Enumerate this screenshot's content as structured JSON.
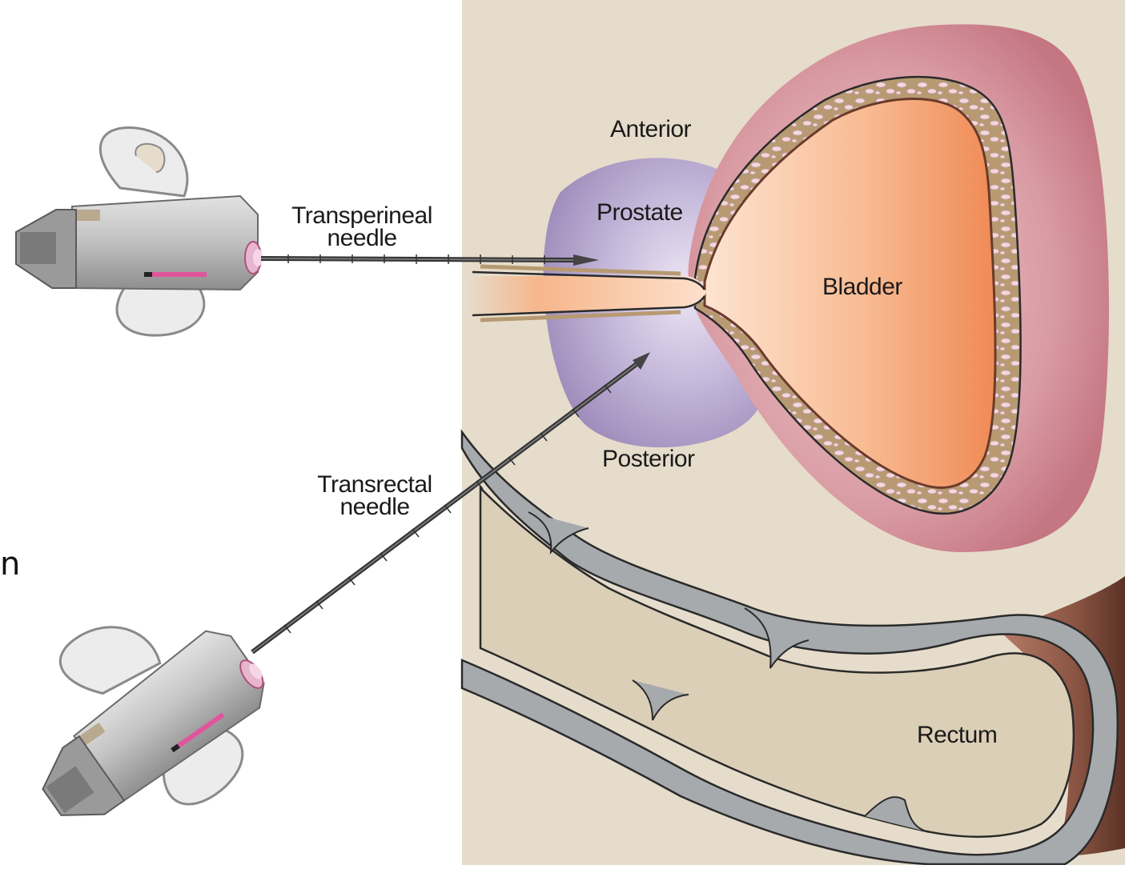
{
  "labels": {
    "anterior": "Anterior",
    "prostate": "Prostate",
    "bladder": "Bladder",
    "posterior": "Posterior",
    "rectum": "Rectum",
    "transperineal_line1": "Transperineal",
    "transperineal_line2": "needle",
    "transrectal_line1": "Transrectal",
    "transrectal_line2": "needle",
    "cut_off_text": "n"
  },
  "colors": {
    "tissue_background": "#e6dccb",
    "prostate": "#b9a9cf",
    "bladder_outer": "#cf8e97",
    "bladder_lumen": "#f6a87a",
    "bladder_wall_pattern": "#b79a72",
    "rectum_wall": "#a7aaad",
    "rectum_lumen": "#dccfb7",
    "rectum_tube": "#7a4a3a",
    "needle": "#333333",
    "device_body": "#b8b8b8",
    "device_accent": "#e0559b"
  },
  "icons": [
    "biopsy-gun-icon",
    "biopsy-gun-icon"
  ]
}
